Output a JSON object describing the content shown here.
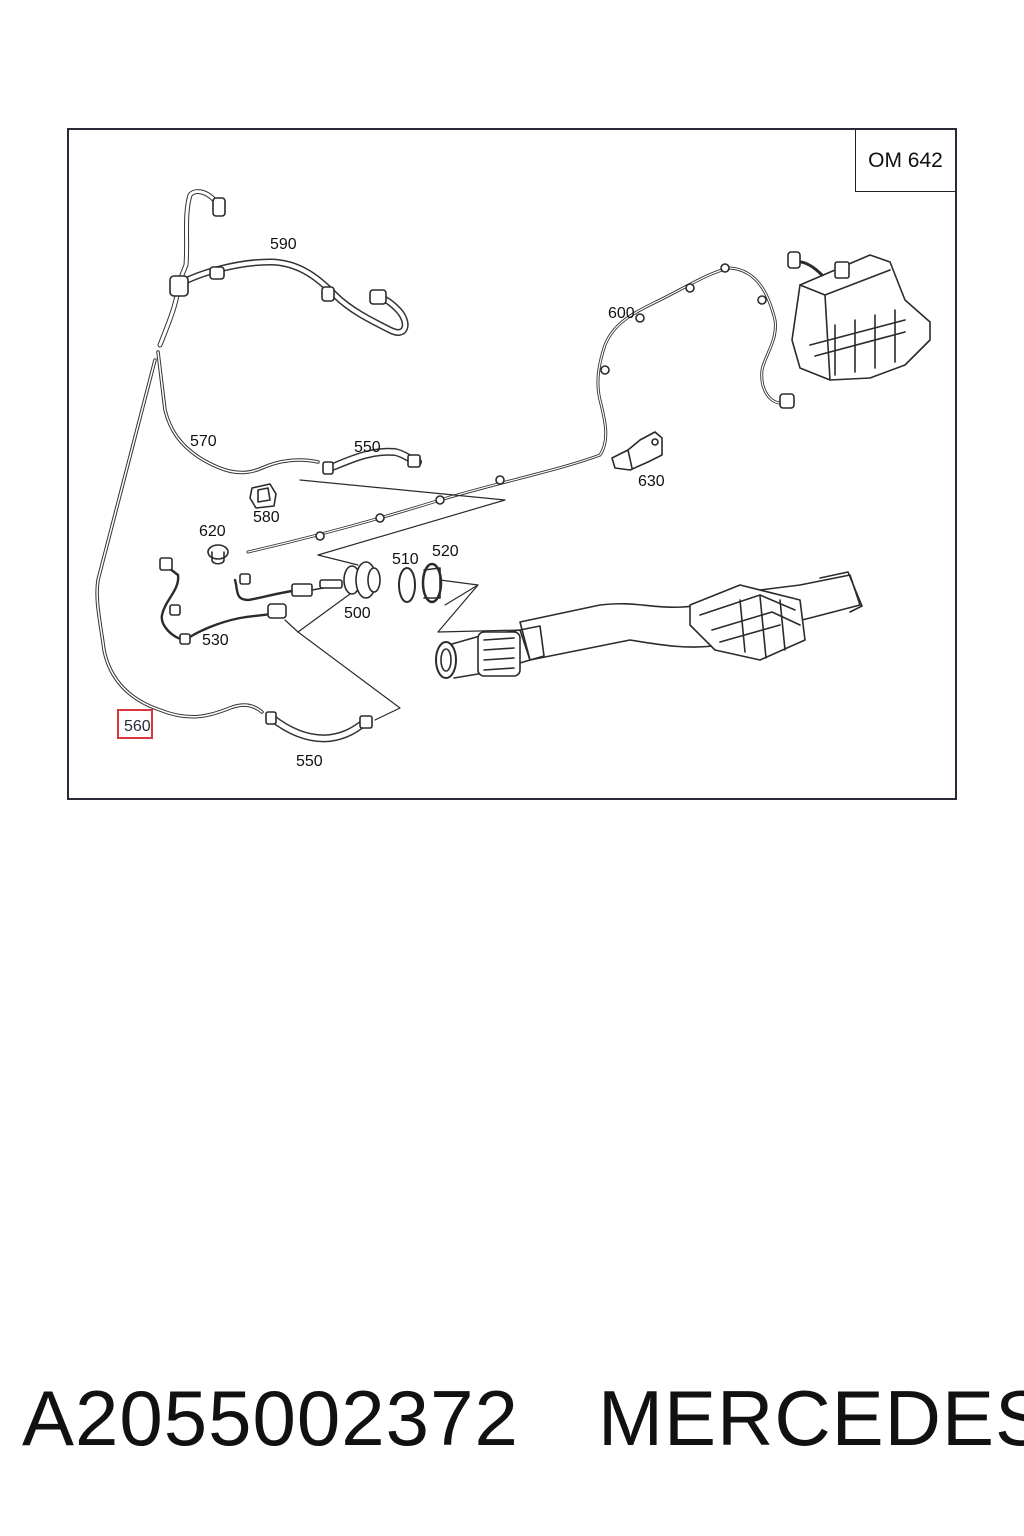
{
  "engine_label": "OM 642",
  "callouts": {
    "c590": "590",
    "c600": "600",
    "c570": "570",
    "c550_top": "550",
    "c630": "630",
    "c580": "580",
    "c620": "620",
    "c510": "510",
    "c520": "520",
    "c500": "500",
    "c530": "530",
    "c560": "560",
    "c550_bottom": "550"
  },
  "highlighted_callout": "560",
  "highlight_color": "#d9363e",
  "footer": {
    "part_number": "A2055002372",
    "brand": "MERCEDES"
  }
}
